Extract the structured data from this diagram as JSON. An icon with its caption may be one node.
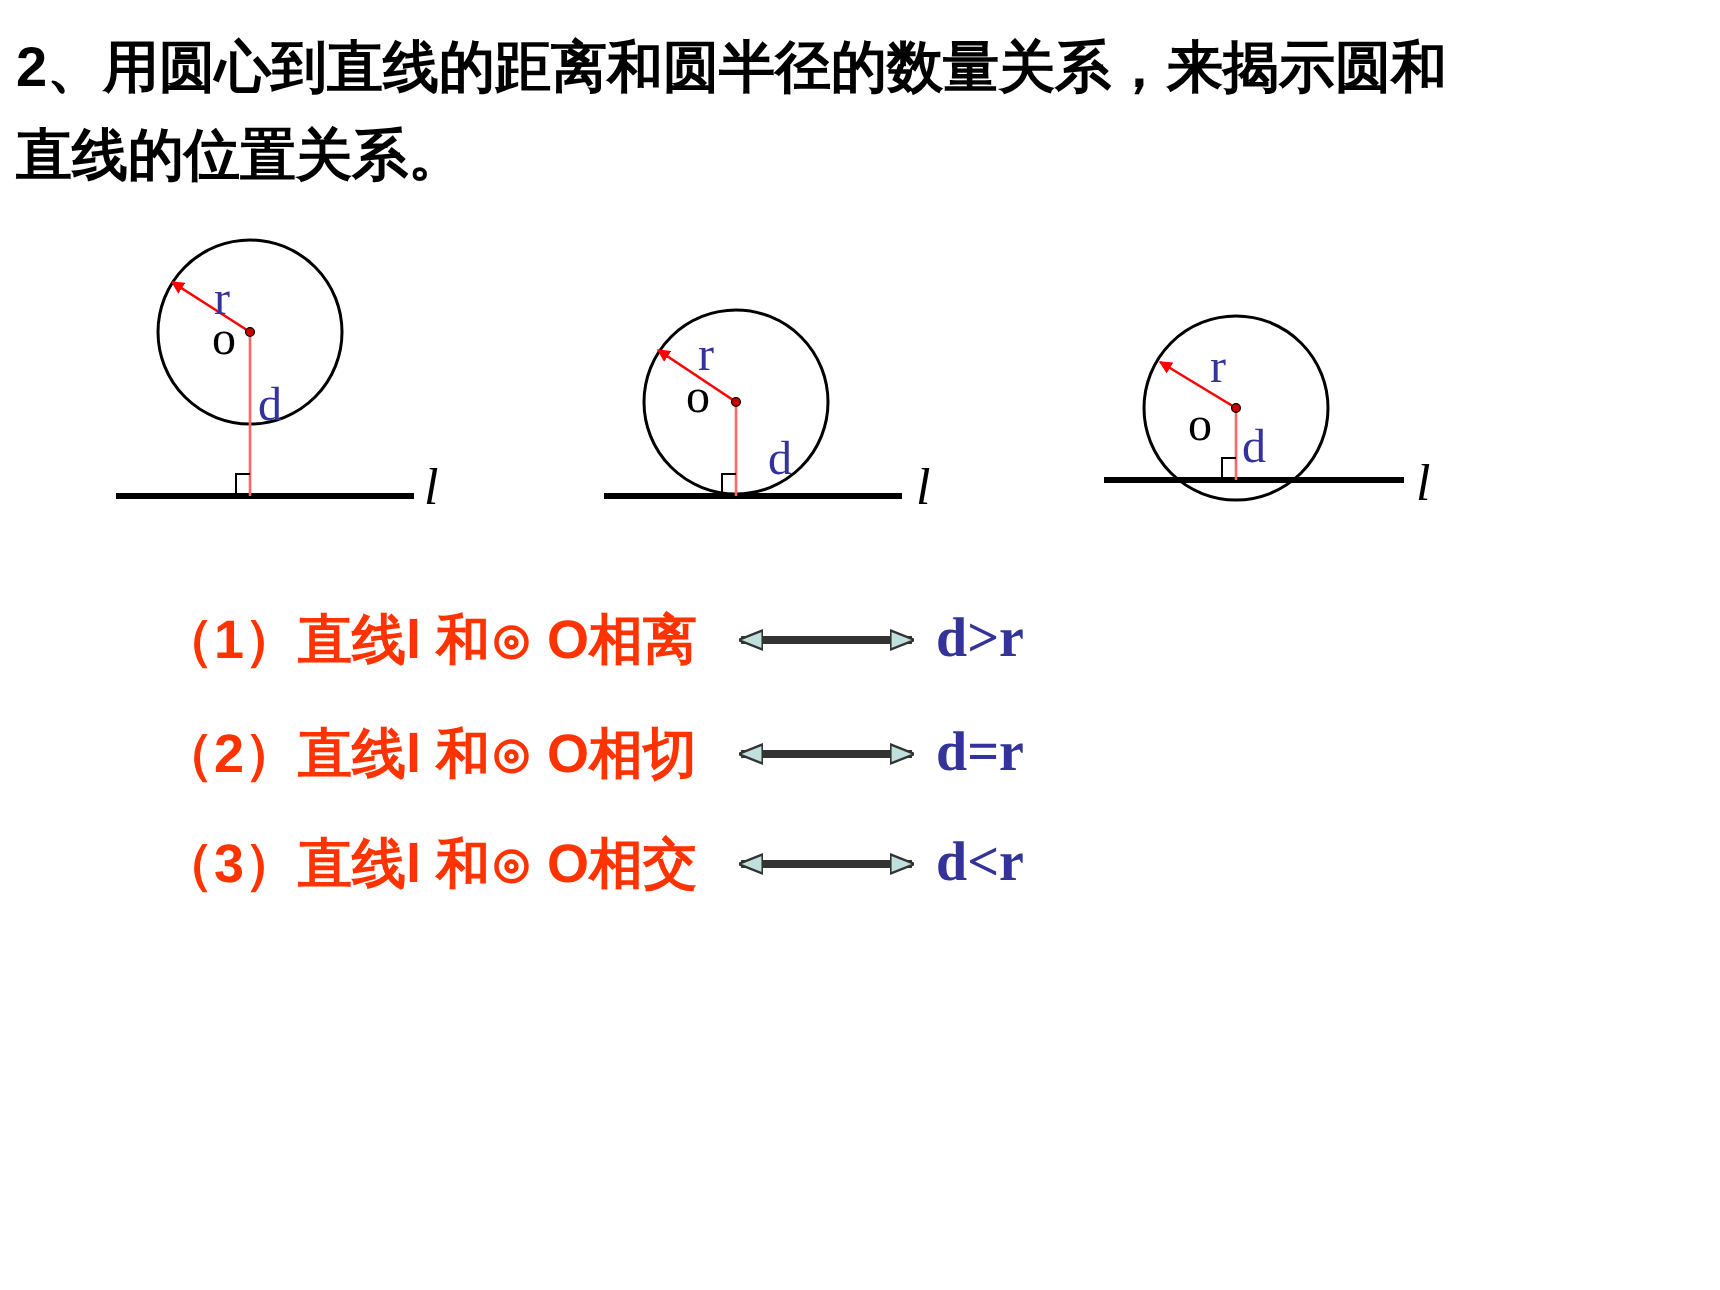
{
  "diagram": {
    "title": "2、用圆心到直线的距离和圆半径的数量关系，来揭示圆和直线的位置关系。",
    "nodes": [
      {
        "text": [
          "（1）直线l 和⊙ O相离"
        ]
      },
      {
        "text": [
          "（2）直线l 和⊙ O相切"
        ]
      },
      {
        "text": [
          "（3）直线l 和⊙ O相交"
        ]
      },
      {
        "text": [
          "d>r"
        ]
      },
      {
        "text": [
          "d=r"
        ]
      },
      {
        "text": [
          "d<r"
        ]
      }
    ],
    "edges": [
      {
        "from": 0,
        "to": 3,
        "arrow": "both"
      },
      {
        "from": 1,
        "to": 4,
        "arrow": "both"
      },
      {
        "from": 2,
        "to": 5,
        "arrow": "both"
      }
    ],
    "labels": [
      "r",
      "o",
      "d",
      "l",
      "r",
      "o",
      "d",
      "l",
      "r",
      "o",
      "d",
      "l"
    ]
  }
}
